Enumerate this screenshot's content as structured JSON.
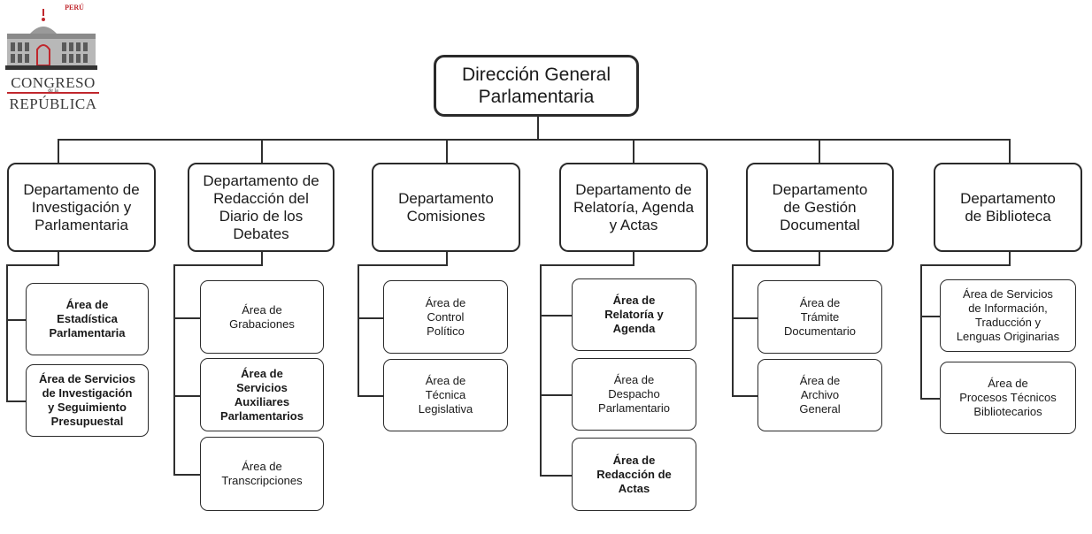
{
  "logo": {
    "country": "PERÚ",
    "line1": "CONGRESO",
    "line2": "de la",
    "line3": "REPÚBLICA",
    "accent_color": "#c0272d"
  },
  "root": {
    "label": "Dirección General\nParlamentaria"
  },
  "departments": [
    {
      "label": "Departamento de\nInvestigación y\nParlamentaria",
      "areas": [
        {
          "label": "Área de\nEstadística\nParlamentaria",
          "bold": true
        },
        {
          "label": "Área de Servicios\nde Investigación\ny Seguimiento\nPresupuestal",
          "bold": true
        }
      ]
    },
    {
      "label": "Departamento de\nRedacción del\nDiario de los\nDebates",
      "areas": [
        {
          "label": "Área de\nGrabaciones",
          "bold": false
        },
        {
          "label": "Área de\nServicios\nAuxiliares\nParlamentarios",
          "bold": true
        },
        {
          "label": "Área de\nTranscripciones",
          "bold": false
        }
      ]
    },
    {
      "label": "Departamento\nComisiones",
      "areas": [
        {
          "label": "Área de\nControl\nPolítico",
          "bold": false
        },
        {
          "label": "Área de\nTécnica\nLegislativa",
          "bold": false
        }
      ]
    },
    {
      "label": "Departamento de\nRelatoría, Agenda\ny Actas",
      "areas": [
        {
          "label": "Área de\nRelatoría y\nAgenda",
          "bold": true
        },
        {
          "label": "Área de\nDespacho\nParlamentario",
          "bold": false
        },
        {
          "label": "Área de\nRedacción de\nActas",
          "bold": true
        }
      ]
    },
    {
      "label": "Departamento\nde Gestión\nDocumental",
      "areas": [
        {
          "label": "Área de\nTrámite\nDocumentario",
          "bold": false
        },
        {
          "label": "Área de\nArchivo\nGeneral",
          "bold": false
        }
      ]
    },
    {
      "label": "Departamento\nde Biblioteca",
      "areas": [
        {
          "label": "Área de Servicios\nde Información,\nTraducción y\nLenguas Originarias",
          "bold": false
        },
        {
          "label": "Área de\nProcesos Técnicos\nBibliotecarios",
          "bold": false
        }
      ]
    }
  ]
}
